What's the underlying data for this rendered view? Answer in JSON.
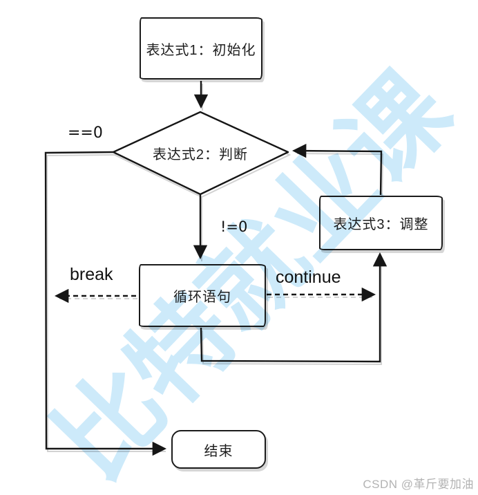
{
  "diagram": {
    "title_hint": "for-loop flow",
    "nodes": {
      "expr1": {
        "label": "表达式1：初始化",
        "shape": "rect"
      },
      "cond": {
        "label": "表达式2：判断",
        "shape": "diamond"
      },
      "expr3": {
        "label": "表达式3：调整",
        "shape": "rect"
      },
      "loop": {
        "label": "循环语句",
        "shape": "rect"
      },
      "end": {
        "label": "结束",
        "shape": "rounded-rect"
      }
    },
    "edge_labels": {
      "eq0": "==0",
      "ne0": "!=0",
      "brk": "break",
      "cont": "continue"
    }
  },
  "watermark": {
    "text": "比特就业课",
    "color": "#cdeafa"
  },
  "credit": {
    "text": "CSDN @革斤要加油",
    "color": "#b3b3b3"
  },
  "colors": {
    "line": "#161616",
    "echo": "#d2d2d2",
    "node_border": "#1b1b1b",
    "background": "#ffffff"
  }
}
